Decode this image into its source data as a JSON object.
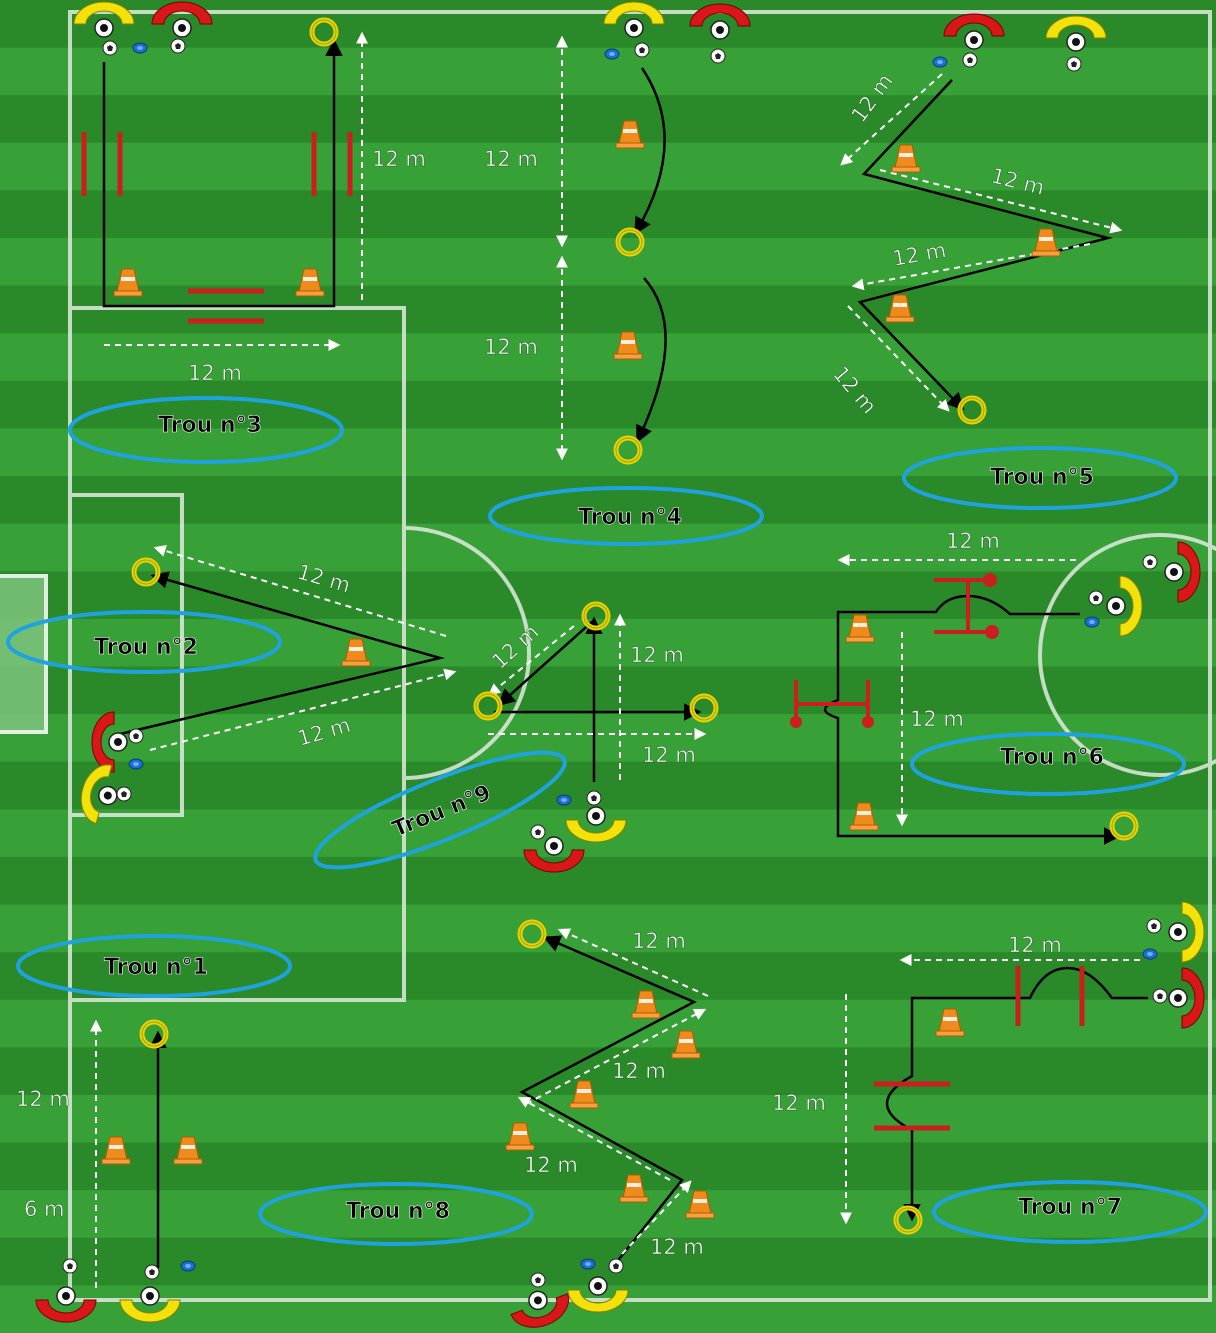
{
  "diagram": {
    "holes": [
      {
        "id": 1,
        "label": "Trou  n°1"
      },
      {
        "id": 2,
        "label": "Trou  n°2"
      },
      {
        "id": 3,
        "label": "Trou  n°3"
      },
      {
        "id": 4,
        "label": "Trou  n°4"
      },
      {
        "id": 5,
        "label": "Trou  n°5"
      },
      {
        "id": 6,
        "label": "Trou  n°6"
      },
      {
        "id": 7,
        "label": "Trou  n°7"
      },
      {
        "id": 8,
        "label": "Trou  n°8"
      },
      {
        "id": 9,
        "label": "Trou  n°9"
      }
    ],
    "distance_12": "12 m",
    "distance_6": "6 m",
    "colors": {
      "pitch_dark": "#2a8a2a",
      "pitch_light": "#37a037",
      "lines": "#e6efe6",
      "hole_ellipse": "#1fa3e0",
      "cone": "#ef8a1c",
      "hoop": "#e8d400",
      "hurdle": "#d42020",
      "path": "#000000",
      "dashed": "#ffffff",
      "player_red": "#d81818",
      "player_yellow": "#f2e20a"
    }
  }
}
